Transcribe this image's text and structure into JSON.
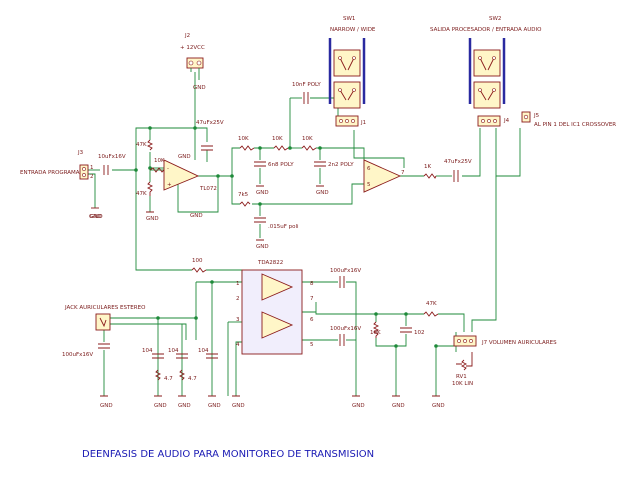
{
  "title": "DEENFASIS DE AUDIO PARA MONITOREO DE TRANSMISION",
  "switches": {
    "sw1_ref": "SW1",
    "sw1_desc": "NARROW / WIDE",
    "sw2_ref": "SW2",
    "sw2_desc": "SALIDA PROCESADOR / ENTRADA AUDIO"
  },
  "connectors": {
    "j2_ref": "J2",
    "j2_desc": "+ 12VCC",
    "j3_ref": "J3",
    "j3_desc": "ENTRADA PROGRAMA",
    "j5_ref": "J5",
    "j5_desc": "AL PIN 1 DEL IC1 CROSSOVER",
    "j1_ref": "J1",
    "j4_ref": "J4",
    "j6_ref": "J7",
    "jack_desc": "JACK AURICULARES ESTEREO",
    "j7_desc": "J7 VOLUMEN AURICULARES"
  },
  "ics": {
    "u1": "TL072",
    "u3": "TDA2822"
  },
  "components": {
    "c_in": "10uFx16V",
    "c_supply": "47uFx25V",
    "c_fb": "10nF POLY",
    "c_6n8": "6n8 POLY",
    "c_2n2": "2n2 POLY",
    "c_015": ".015uF poli",
    "c_out": "47uFx25V",
    "c_hp1": "100uFx16V",
    "c_hp2": "100uFx16V",
    "c_jack": "100uFx16V",
    "c_104a": "104",
    "c_104b": "104",
    "c_104c": "104",
    "c_102": "102",
    "r_10k_in": "10K",
    "r_47k_top": "47K",
    "r_47k_bot": "47K",
    "r_10k_a": "10K",
    "r_10k_b": "10K",
    "r_10k_c": "10K",
    "r_7k5": "7k5",
    "r_1k": "1K",
    "r_100": "100",
    "r_47k_fb": "47K",
    "r_10k_amp": "10K",
    "r_4_7a": "4.7",
    "r_4_7b": "4.7",
    "rv1_ref": "RV1",
    "rv1_desc": "10K LIN"
  },
  "pins": {
    "p1": "1",
    "p2": "2",
    "p3": "3",
    "p4": "4",
    "p5": "5",
    "p6": "6",
    "p7": "7",
    "p8": "8",
    "pminus": "-",
    "pplus": "+"
  },
  "gnd": "GND"
}
